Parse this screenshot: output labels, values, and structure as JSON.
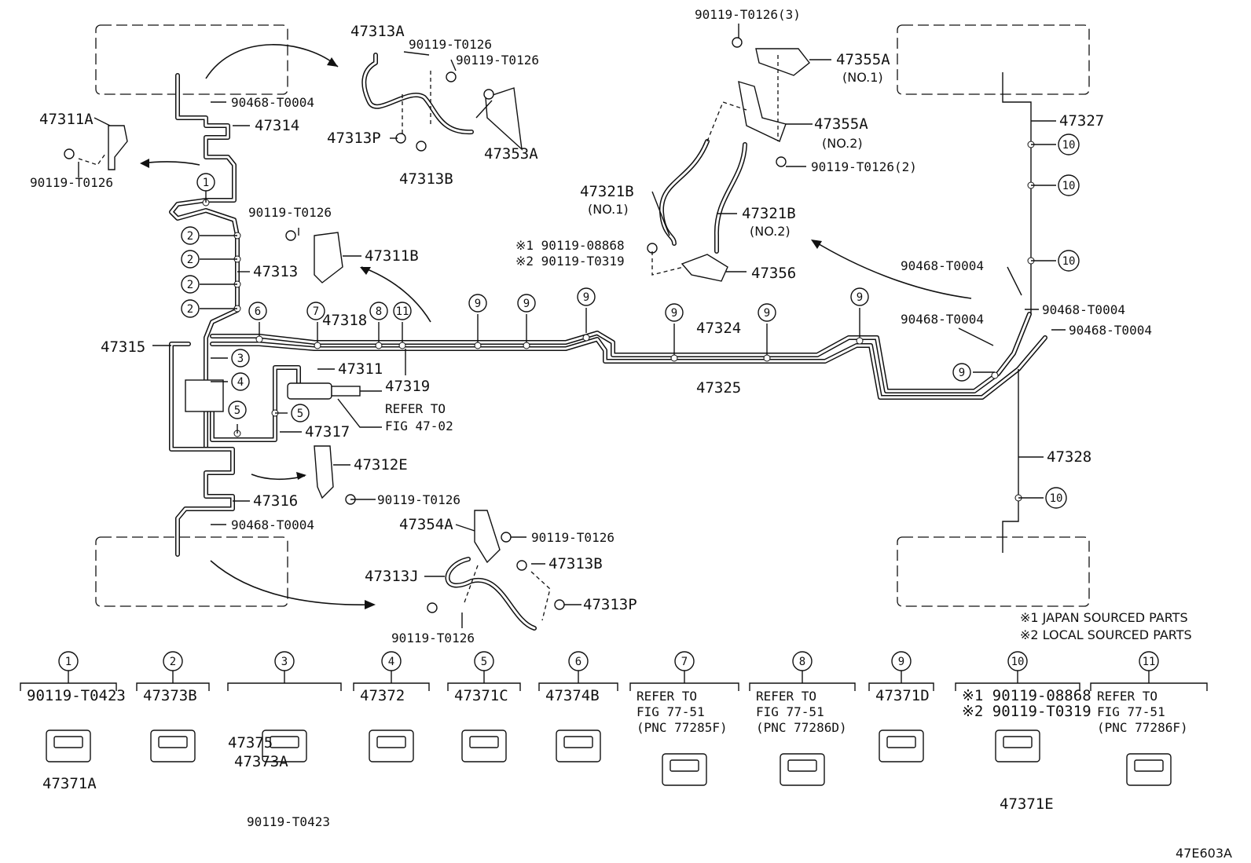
{
  "labels": {
    "p47313A": "47313A",
    "p90119T0126_a": "90119-T0126",
    "p90119T0126_b": "90119-T0126",
    "p90119T0126_3": "90119-T0126(3)",
    "p47355A_1": "47355A",
    "no1_a": "(NO.1)",
    "p47327": "47327",
    "p90468T0004_a": "90468-T0004",
    "p47311A": "47311A",
    "p47314": "47314",
    "p90119T0126_c": "90119-T0126",
    "p47313P_a": "47313P",
    "p47353A": "47353A",
    "p47313B_a": "47313B",
    "p47355A_2": "47355A",
    "no2_a": "(NO.2)",
    "p90119T0126_2": "90119-T0126(2)",
    "p90119T0126_d": "90119-T0126",
    "p47321B_1": "47321B",
    "no1_b": "(NO.1)",
    "p47321B_2": "47321B",
    "no2_b": "(NO.2)",
    "p47311B": "47311B",
    "m1_08868": "※1 90119-08868",
    "m2_T0319": "※2 90119-T0319",
    "p47356": "47356",
    "p47313": "47313",
    "p90468T0004_b": "90468-T0004",
    "p90468T0004_c": "90468-T0004",
    "p90468T0004_d": "90468-T0004",
    "p90468T0004_e": "90468-T0004",
    "p47318": "47318",
    "p47324": "47324",
    "p47315": "47315",
    "p47311": "47311",
    "p47319": "47319",
    "p47325": "47325",
    "refer_to": "REFER TO",
    "fig4702": "FIG 47-02",
    "p47317": "47317",
    "p47312E": "47312E",
    "p47328": "47328",
    "p47316": "47316",
    "p90119T0126_e": "90119-T0126",
    "p90468T0004_f": "90468-T0004",
    "p47354A": "47354A",
    "p90119T0126_f": "90119-T0126",
    "p47313B_b": "47313B",
    "p47313J": "47313J",
    "p47313P_b": "47313P",
    "p90119T0126_g": "90119-T0126",
    "note1": "※1 JAPAN SOURCED PARTS",
    "note2": "※2 LOCAL SOURCED PARTS",
    "fig_code": "47E603A"
  },
  "callouts": [
    "1",
    "2",
    "3",
    "4",
    "5",
    "6",
    "7",
    "8",
    "9",
    "10",
    "11"
  ],
  "legend": [
    {
      "num": "1",
      "lines": [
        "90119-T0423"
      ],
      "part": "47371A"
    },
    {
      "num": "2",
      "lines": [
        "47373B"
      ],
      "part": ""
    },
    {
      "num": "3",
      "lines": [],
      "part": "47375",
      "part2": "47373A",
      "part3": "90119-T0423"
    },
    {
      "num": "4",
      "lines": [
        "47372"
      ],
      "part": ""
    },
    {
      "num": "5",
      "lines": [
        "47371C"
      ],
      "part": ""
    },
    {
      "num": "6",
      "lines": [
        "47374B"
      ],
      "part": ""
    },
    {
      "num": "7",
      "lines": [
        "REFER TO",
        "FIG 77-51",
        "(PNC 77285F)"
      ],
      "part": ""
    },
    {
      "num": "8",
      "lines": [
        "REFER TO",
        "FIG 77-51",
        "(PNC 77286D)"
      ],
      "part": ""
    },
    {
      "num": "9",
      "lines": [
        "47371D"
      ],
      "part": ""
    },
    {
      "num": "10",
      "lines": [
        "※1 90119-08868",
        "※2 90119-T0319"
      ],
      "part": "47371E"
    },
    {
      "num": "11",
      "lines": [
        "REFER TO",
        "FIG 77-51",
        "(PNC 77286F)"
      ],
      "part": ""
    }
  ]
}
